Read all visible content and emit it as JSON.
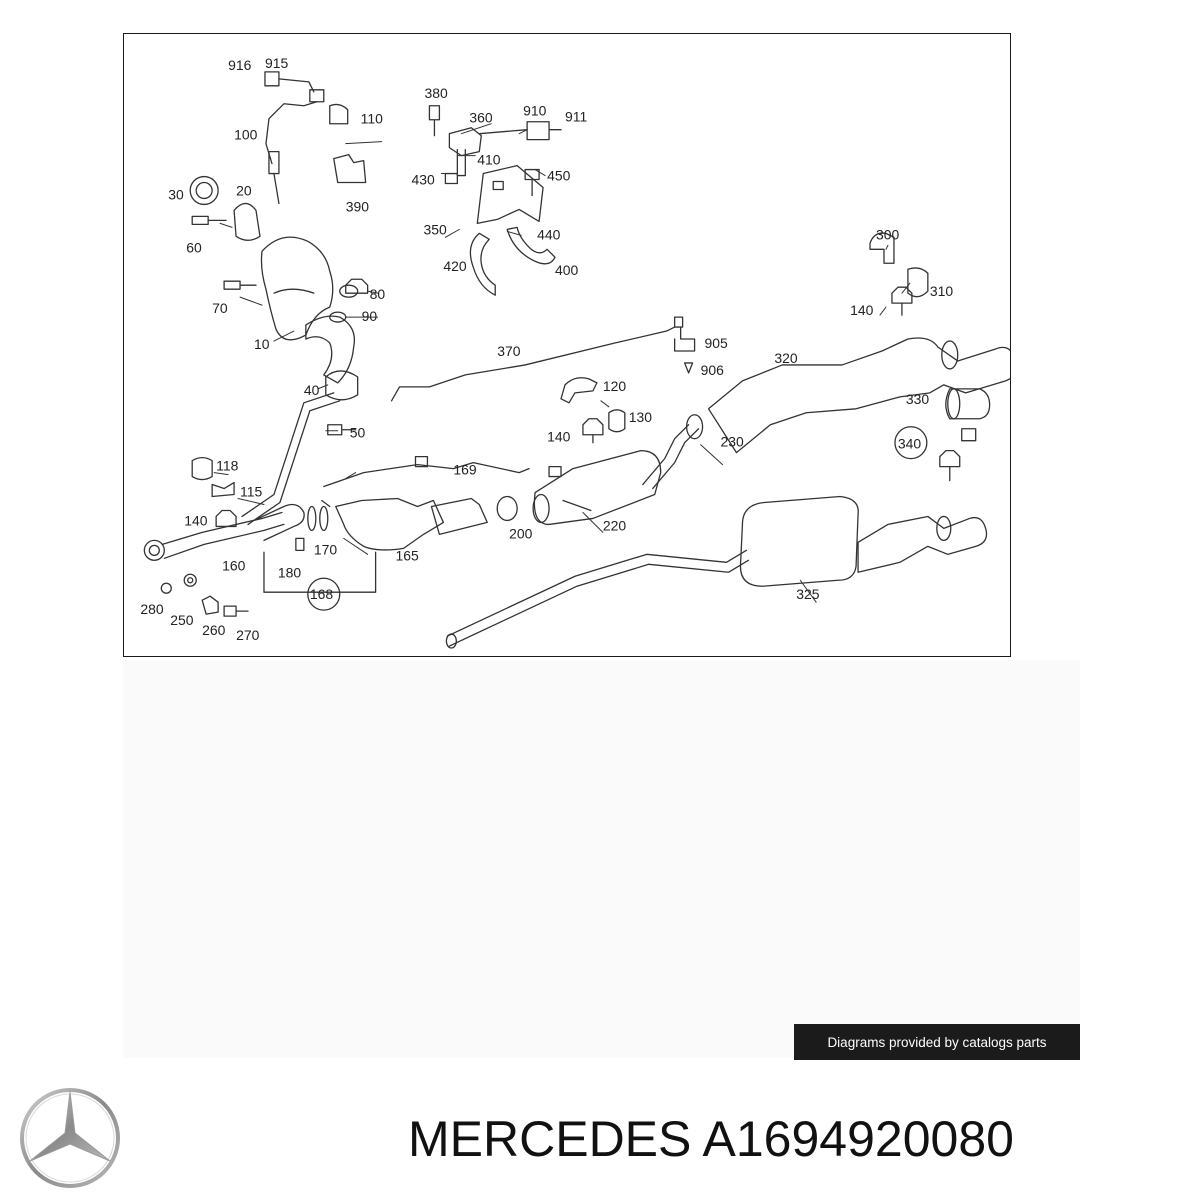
{
  "diagram": {
    "callouts": [
      {
        "id": "c916",
        "text": "916"
      },
      {
        "id": "c915",
        "text": "915"
      },
      {
        "id": "c110",
        "text": "110"
      },
      {
        "id": "c100",
        "text": "100"
      },
      {
        "id": "c380",
        "text": "380"
      },
      {
        "id": "c360",
        "text": "360"
      },
      {
        "id": "c910",
        "text": "910"
      },
      {
        "id": "c911",
        "text": "911"
      },
      {
        "id": "c410",
        "text": "410"
      },
      {
        "id": "c430",
        "text": "430"
      },
      {
        "id": "c450",
        "text": "450"
      },
      {
        "id": "c390",
        "text": "390"
      },
      {
        "id": "c30",
        "text": "30"
      },
      {
        "id": "c20",
        "text": "20"
      },
      {
        "id": "c60",
        "text": "60"
      },
      {
        "id": "c350",
        "text": "350"
      },
      {
        "id": "c440",
        "text": "440"
      },
      {
        "id": "c420",
        "text": "420"
      },
      {
        "id": "c400",
        "text": "400"
      },
      {
        "id": "c300",
        "text": "300"
      },
      {
        "id": "c80",
        "text": "80"
      },
      {
        "id": "c70",
        "text": "70"
      },
      {
        "id": "c310",
        "text": "310"
      },
      {
        "id": "c90",
        "text": "90"
      },
      {
        "id": "c140a",
        "text": "140"
      },
      {
        "id": "c905",
        "text": "905"
      },
      {
        "id": "c10",
        "text": "10"
      },
      {
        "id": "c370",
        "text": "370"
      },
      {
        "id": "c320",
        "text": "320"
      },
      {
        "id": "c906",
        "text": "906"
      },
      {
        "id": "c40",
        "text": "40"
      },
      {
        "id": "c120",
        "text": "120"
      },
      {
        "id": "c330",
        "text": "330"
      },
      {
        "id": "c130",
        "text": "130"
      },
      {
        "id": "c50",
        "text": "50"
      },
      {
        "id": "c140b",
        "text": "140"
      },
      {
        "id": "c230",
        "text": "230"
      },
      {
        "id": "c340",
        "text": "340"
      },
      {
        "id": "c118",
        "text": "118"
      },
      {
        "id": "c169",
        "text": "169"
      },
      {
        "id": "c115",
        "text": "115"
      },
      {
        "id": "c140c",
        "text": "140"
      },
      {
        "id": "c220",
        "text": "220"
      },
      {
        "id": "c200",
        "text": "200"
      },
      {
        "id": "c170",
        "text": "170"
      },
      {
        "id": "c165",
        "text": "165"
      },
      {
        "id": "c160",
        "text": "160"
      },
      {
        "id": "c180",
        "text": "180"
      },
      {
        "id": "c168",
        "text": "168"
      },
      {
        "id": "c325",
        "text": "325"
      },
      {
        "id": "c280",
        "text": "280"
      },
      {
        "id": "c250",
        "text": "250"
      },
      {
        "id": "c260",
        "text": "260"
      },
      {
        "id": "c270",
        "text": "270"
      }
    ]
  },
  "credit": "Diagrams provided by catalogs parts",
  "brand": {
    "logo_icon": "mercedes-star-icon"
  },
  "title": "MERCEDES  A1694920080",
  "colors": {
    "line": "#333333",
    "banner_bg": "#1b1b1b",
    "banner_text": "#ffffff",
    "lower_bg": "#fafafa"
  }
}
